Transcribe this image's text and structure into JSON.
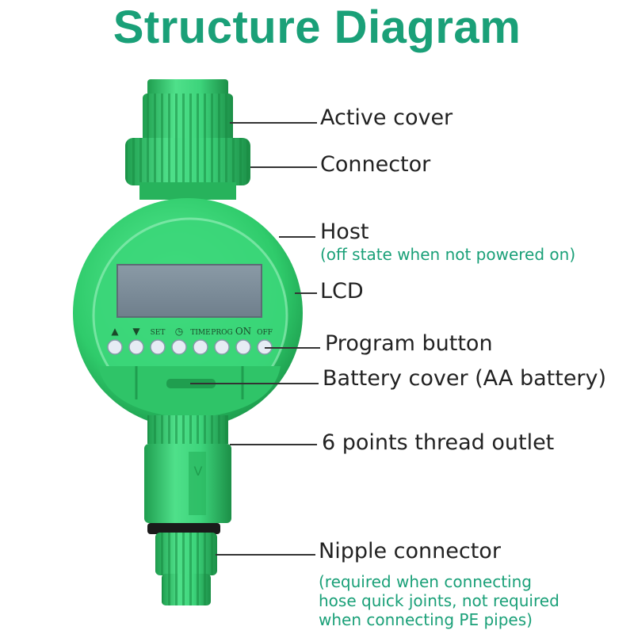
{
  "title": "Structure Diagram",
  "callouts": {
    "active_cover": "Active cover",
    "connector": "Connector",
    "host": "Host",
    "host_note": "(off state when not powered on)",
    "lcd": "LCD",
    "program_button": "Program button",
    "battery_cover": "Battery cover (AA battery)",
    "thread_outlet": "6 points thread outlet",
    "nipple_connector": "Nipple connector",
    "nipple_note": [
      "(required when connecting",
      "hose quick joints, not required",
      "when connecting PE pipes)"
    ]
  },
  "panel": {
    "button_labels": [
      "▲",
      "▼",
      "SET",
      "◷",
      "TIME",
      "PROG",
      "ON",
      "OFF"
    ]
  },
  "outlet_marking": "V",
  "colors": {
    "title": "#1aa078",
    "device_green": "#2ecc6a",
    "device_dark": "#1e9e4e",
    "note_text": "#1aa078"
  }
}
